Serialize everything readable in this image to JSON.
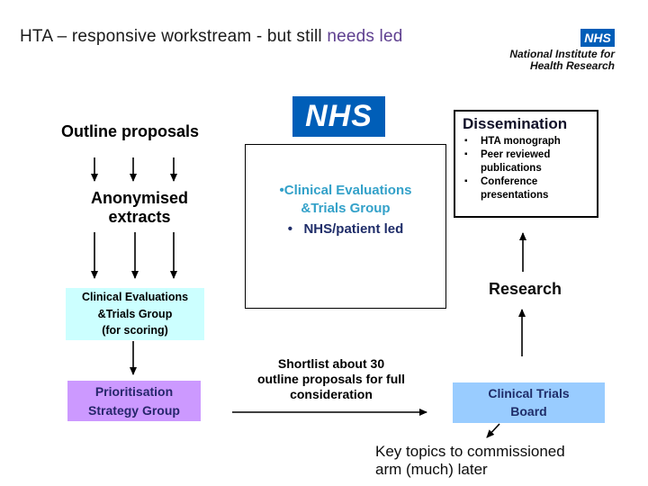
{
  "slide": {
    "title": {
      "prefix": "HTA – responsive workstream - but still ",
      "highlight": "needs led"
    }
  },
  "nhs_corner_logo": {
    "text": "NHS",
    "tagline_line1": "National Institute for",
    "tagline_line2": "Health Research"
  },
  "nhs_center_logo": {
    "text": "NHS"
  },
  "left_flow": {
    "outline_proposals": "Outline proposals",
    "anonymised_extracts": "Anonymised\nextracts",
    "scoring_group": "Clinical Evaluations\n&Trials Group\n(for scoring)",
    "prioritisation_group": "Prioritisation\nStrategy Group"
  },
  "center_box": {
    "bullet1": "•Clinical Evaluations\n&Trials Group",
    "bullet2": "•   NHS/patient led"
  },
  "dissemination": {
    "title": "Dissemination",
    "bullet_glyph": "▪",
    "items": [
      "HTA monograph",
      "Peer reviewed\npublications",
      "Conference\npresentations"
    ]
  },
  "research_label": "Research",
  "shortlist_note": "Shortlist about 30\noutline proposals for full\nconsideration",
  "clinical_trials_board": "Clinical Trials\nBoard",
  "key_topics_note": "Key topics to commissioned\narm (much) later",
  "colors": {
    "nhs_blue": "#005EB8",
    "title_highlight": "#5F4090",
    "scoring_box_bg": "#CCFFFF",
    "prioritisation_box_bg": "#CC99FF",
    "trials_board_box_bg": "#99CCFF",
    "navy_text": "#26266B",
    "cetg_blue_text": "#33A1C9"
  }
}
